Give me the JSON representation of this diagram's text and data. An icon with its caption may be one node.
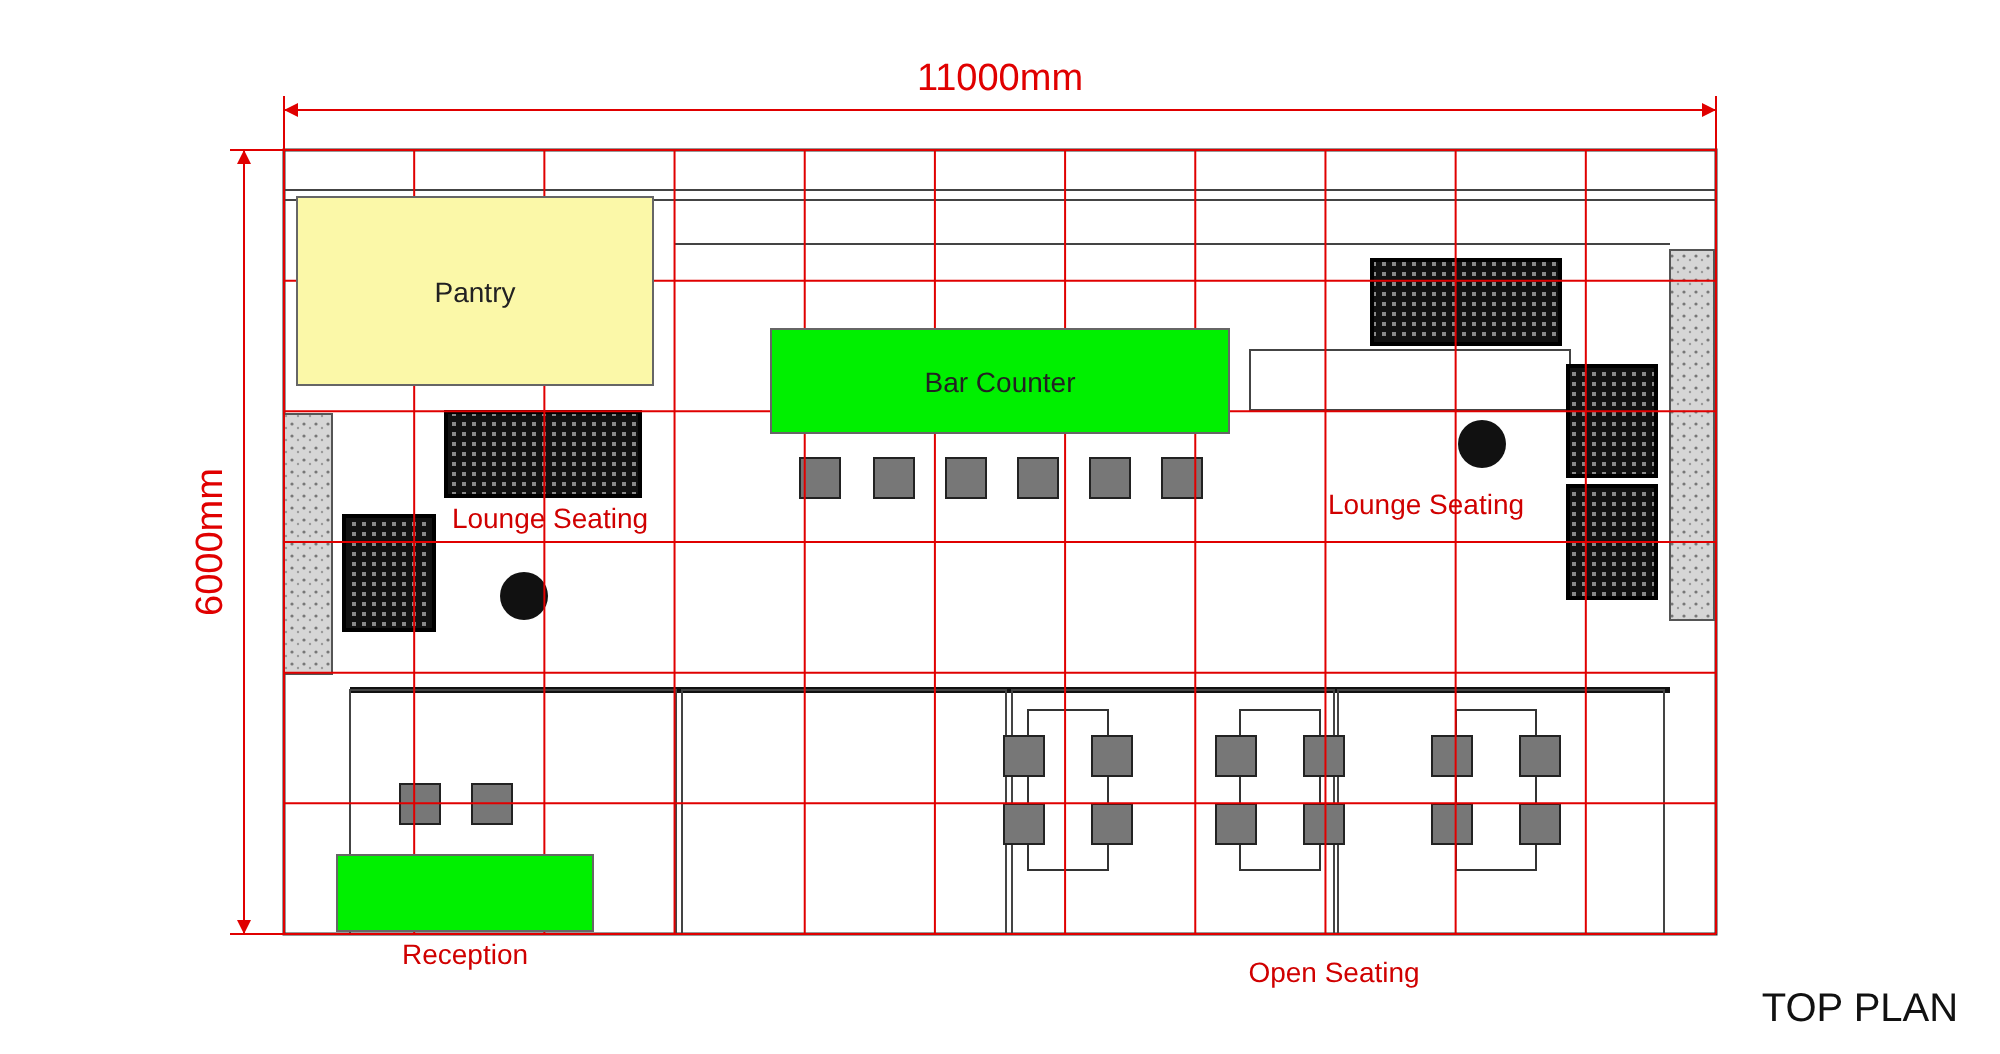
{
  "diagram": {
    "caption": "TOP PLAN",
    "nodes": [
      {
        "text": [
          "Pantry"
        ]
      },
      {
        "text": [
          "Bar Counter"
        ]
      },
      {
        "text": [
          "Reception"
        ]
      }
    ],
    "edges": [],
    "labels": [
      "11000mm",
      "6000mm",
      "Lounge Seating",
      "Lounge Seating",
      "Open Seating"
    ]
  }
}
